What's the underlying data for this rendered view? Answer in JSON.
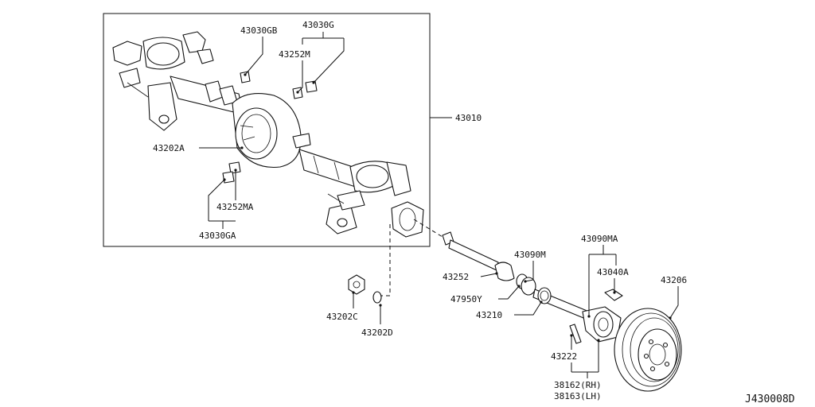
{
  "diagram": {
    "code": "J430008D",
    "parts": {
      "p43030GB": "43030GB",
      "p43030G": "43030G",
      "p43252M": "43252M",
      "p43010": "43010",
      "p43202A": "43202A",
      "p43252MA": "43252MA",
      "p43030GA": "43030GA",
      "p43202C": "43202C",
      "p43202D": "43202D",
      "p43252": "43252",
      "p43090M": "43090M",
      "p47950Y": "47950Y",
      "p43210": "43210",
      "p43090MA": "43090MA",
      "p43040A": "43040A",
      "p43206": "43206",
      "p43222": "43222",
      "p38162": "38162(RH)",
      "p38163": "38163(LH)"
    }
  }
}
